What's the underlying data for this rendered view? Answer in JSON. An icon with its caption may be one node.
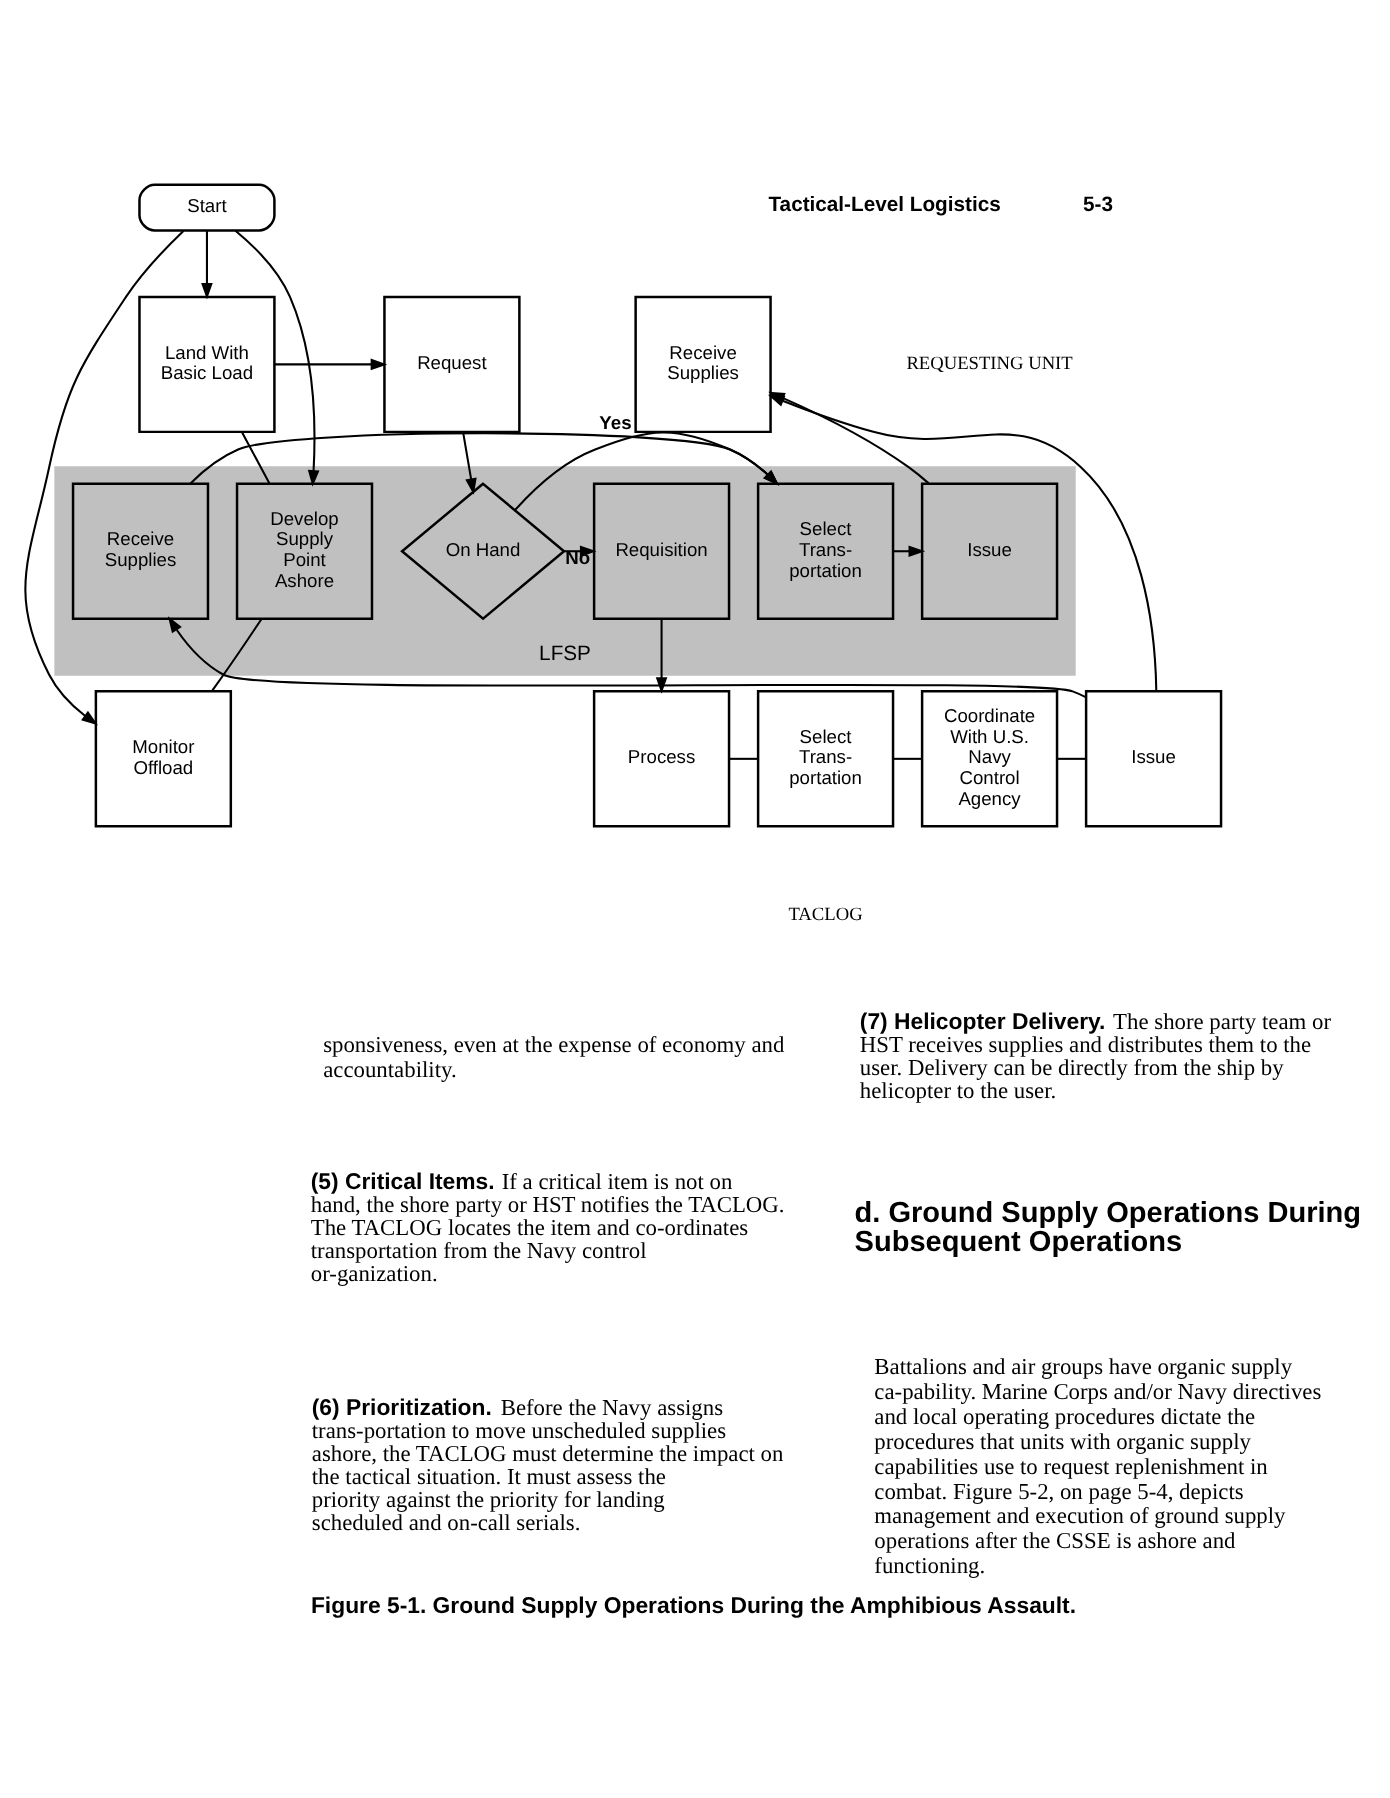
{
  "diagram": {
    "caption": "Figure 5-1. Ground Supply Operations During the Amphibious Assault.",
    "nodes": [
      {
        "text": [
          "Start"
        ]
      },
      {
        "text": [
          "Land With Basic Load"
        ]
      },
      {
        "text": [
          "Request"
        ]
      },
      {
        "text": [
          "Receive Supplies"
        ]
      },
      {
        "text": [
          "LFSP"
        ]
      },
      {
        "text": [
          "Issue"
        ],
        "in": 4
      },
      {
        "text": [
          "Develop Supply Point Ashore"
        ],
        "in": 4
      },
      {
        "text": [
          "On Hand"
        ],
        "in": 4
      },
      {
        "text": [
          "Requisition"
        ],
        "in": 4
      },
      {
        "text": [
          "Receive Supplies"
        ],
        "in": 4
      },
      {
        "text": [
          "Select Trans- portation"
        ],
        "in": 4
      },
      {
        "text": [
          "Monitor Offload"
        ]
      },
      {
        "text": [
          "Process"
        ]
      },
      {
        "text": [
          "Select Trans- portation"
        ]
      },
      {
        "text": [
          "Coordinate With U.S. Navy Control Agency"
        ]
      },
      {
        "text": [
          "Issue"
        ]
      }
    ],
    "edges": [
      {
        "from": 0,
        "to": 1,
        "arrow": "to"
      },
      {
        "from": 0,
        "to": 6,
        "arrow": "to"
      },
      {
        "from": 0,
        "to": 11,
        "arrow": "to"
      },
      {
        "from": 1,
        "to": 2,
        "arrow": "to"
      },
      {
        "from": 1,
        "to": 6,
        "arrow": "none"
      },
      {
        "from": 6,
        "to": 11,
        "arrow": "none"
      },
      {
        "from": 2,
        "to": 7,
        "arrow": "to"
      },
      {
        "from": 7,
        "to": 10,
        "label": "Yes",
        "arrow": "to"
      },
      {
        "from": 7,
        "to": 8,
        "label": "No",
        "arrow": "to"
      },
      {
        "from": 8,
        "to": 12,
        "arrow": "to"
      },
      {
        "from": 12,
        "to": 13,
        "arrow": "none"
      },
      {
        "from": 13,
        "to": 14,
        "arrow": "none"
      },
      {
        "from": 14,
        "to": 15,
        "arrow": "none"
      },
      {
        "from": 15,
        "to": 9,
        "arrow": "to"
      },
      {
        "from": 15,
        "to": 3,
        "arrow": "to"
      },
      {
        "from": 9,
        "to": 10,
        "arrow": "to"
      },
      {
        "from": 10,
        "to": 5,
        "arrow": "to"
      },
      {
        "from": 5,
        "to": 3,
        "arrow": "to"
      }
    ],
    "labels": [
      "Tactical-Level Logistics",
      "5-3",
      "REQUESTING UNIT",
      "TACLOG",
      "sponsiveness, even at the expense of economy and accountability.",
      "**(5) Critical Items.** If a critical item is not on hand, the shore party or HST notifies the TACLOG. The TACLOG locates the item and co-ordinates transportation from the Navy control or-ganization.",
      "**(6) Prioritization.** Before the Navy assigns trans-portation to move unscheduled supplies ashore, the TACLOG must determine the impact on the tactical situation. It must assess the priority against the priority for landing scheduled and on-call serials.",
      "**(7) Helicopter Delivery.** The shore party team or HST receives supplies and distributes them to the user. Delivery can be directly from the ship by helicopter to the user.",
      "d. Ground Supply Operations During Subsequent Operations",
      "Battalions and air groups have organic supply ca-pability. Marine Corps and/or Navy directives and local operating procedures dictate the procedures that units with organic supply capabilities use to request replenishment in combat. Figure 5-2, on page 5-4, depicts management and execution of ground supply operations after the CSSE is ashore and functioning."
    ]
  }
}
